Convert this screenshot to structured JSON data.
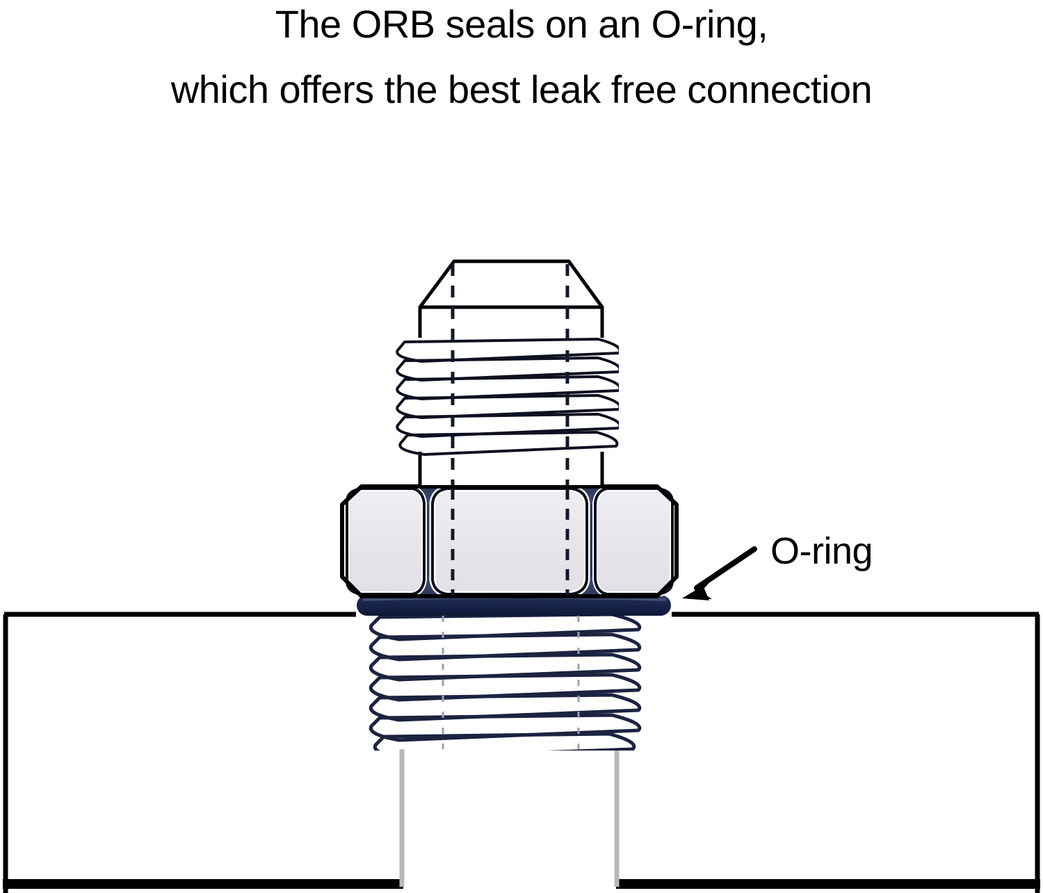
{
  "caption": {
    "line1": "The ORB seals on an O-ring,",
    "line2": "which offers the best leak free connection"
  },
  "annotations": {
    "oring_label": "O-ring",
    "arrow": "callout-arrow"
  },
  "colors": {
    "outline": "#000000",
    "metal_light": "#e8e6eb",
    "metal_white": "#ffffff",
    "navy_dark": "#16224a",
    "navy_mid": "#3a456b",
    "thread_stroke": "#1b2340",
    "bore_line": "#b8b8b8",
    "background": "#ffffff"
  },
  "parts": {
    "flare_fitting": "male-jic-flare-fitting",
    "hex_nut": "hex-nut",
    "oring": "o-ring-seal",
    "port_block": "port-body-block",
    "upper_threads": "straight-thread-upper",
    "lower_threads": "straight-thread-lower",
    "bore": "port-bore"
  }
}
